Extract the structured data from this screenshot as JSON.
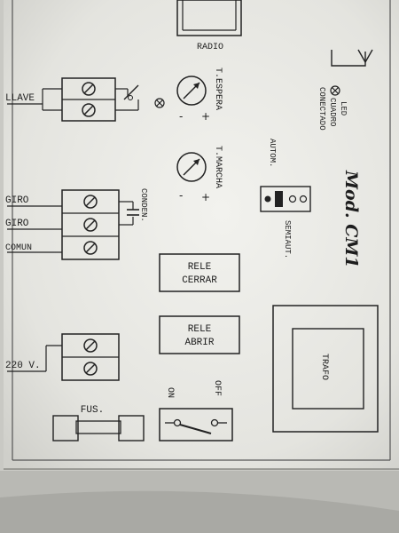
{
  "labels": {
    "radio": "RADIO",
    "llave": "LLAVE",
    "t_espera": "T.ESPERA",
    "t_marcha": "T.MARCHA",
    "led": "LED",
    "cuadro": "CUADRO",
    "conectado": "CONECTADO",
    "autom": "AUTOM.",
    "semiaut": "SEMIAUT.",
    "model": "Mod. CM1",
    "giro1": "GIRO",
    "giro2": "GIRO",
    "comun": "COMUN",
    "conden": "CONDEN.",
    "rele_cerrar_1": "RELE",
    "rele_cerrar_2": "CERRAR",
    "rele_abrir_1": "RELE",
    "rele_abrir_2": "ABRIR",
    "trafo": "TRAFO",
    "v220": "220 V.",
    "fus": "FUS.",
    "on": "ON",
    "off": "OFF",
    "minus": "-",
    "plus": "+"
  },
  "colors": {
    "panel": "#e9e9e4",
    "ink": "#1d1d1d",
    "background": "#c9c9c4"
  }
}
